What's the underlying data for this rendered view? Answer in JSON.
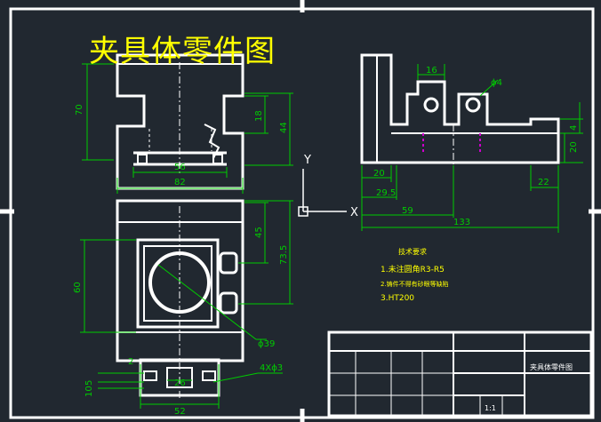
{
  "drawing_title": "夹具体零件图",
  "colors": {
    "background": "#212830",
    "outline": "#ffffff",
    "dimension": "#00cc00",
    "title": "#ffff00",
    "hidden": "#cc00cc",
    "notes": "#ffff00"
  },
  "axis_labels": {
    "y": "Y",
    "x": "X"
  },
  "front_view_dims": {
    "d70": "70",
    "d18": "18",
    "d44": "44",
    "d56": "56",
    "d82": "82"
  },
  "top_view_dims": {
    "d60": "60",
    "d45": "45",
    "d73_5": "73.5",
    "d2": "2",
    "d26": "26",
    "d5": "5",
    "d10": "10",
    "d52": "52",
    "dia39": "ϕ39",
    "holes": "4Xϕ3"
  },
  "side_view_dims": {
    "d16": "16",
    "dia4": "ϕ4",
    "d4": "4",
    "d20v": "20",
    "d20": "20",
    "d29_5": "29.5",
    "d59": "59",
    "d133": "133",
    "d22": "22"
  },
  "tech_notes": {
    "heading": "技术要求",
    "line1": "1.未注圆角R3-R5",
    "line2": "2.铸件不得有砂眼等缺陷",
    "line3": "3.HT200"
  },
  "title_block": {
    "name": "夹具体零件图",
    "scale": "1:1"
  }
}
